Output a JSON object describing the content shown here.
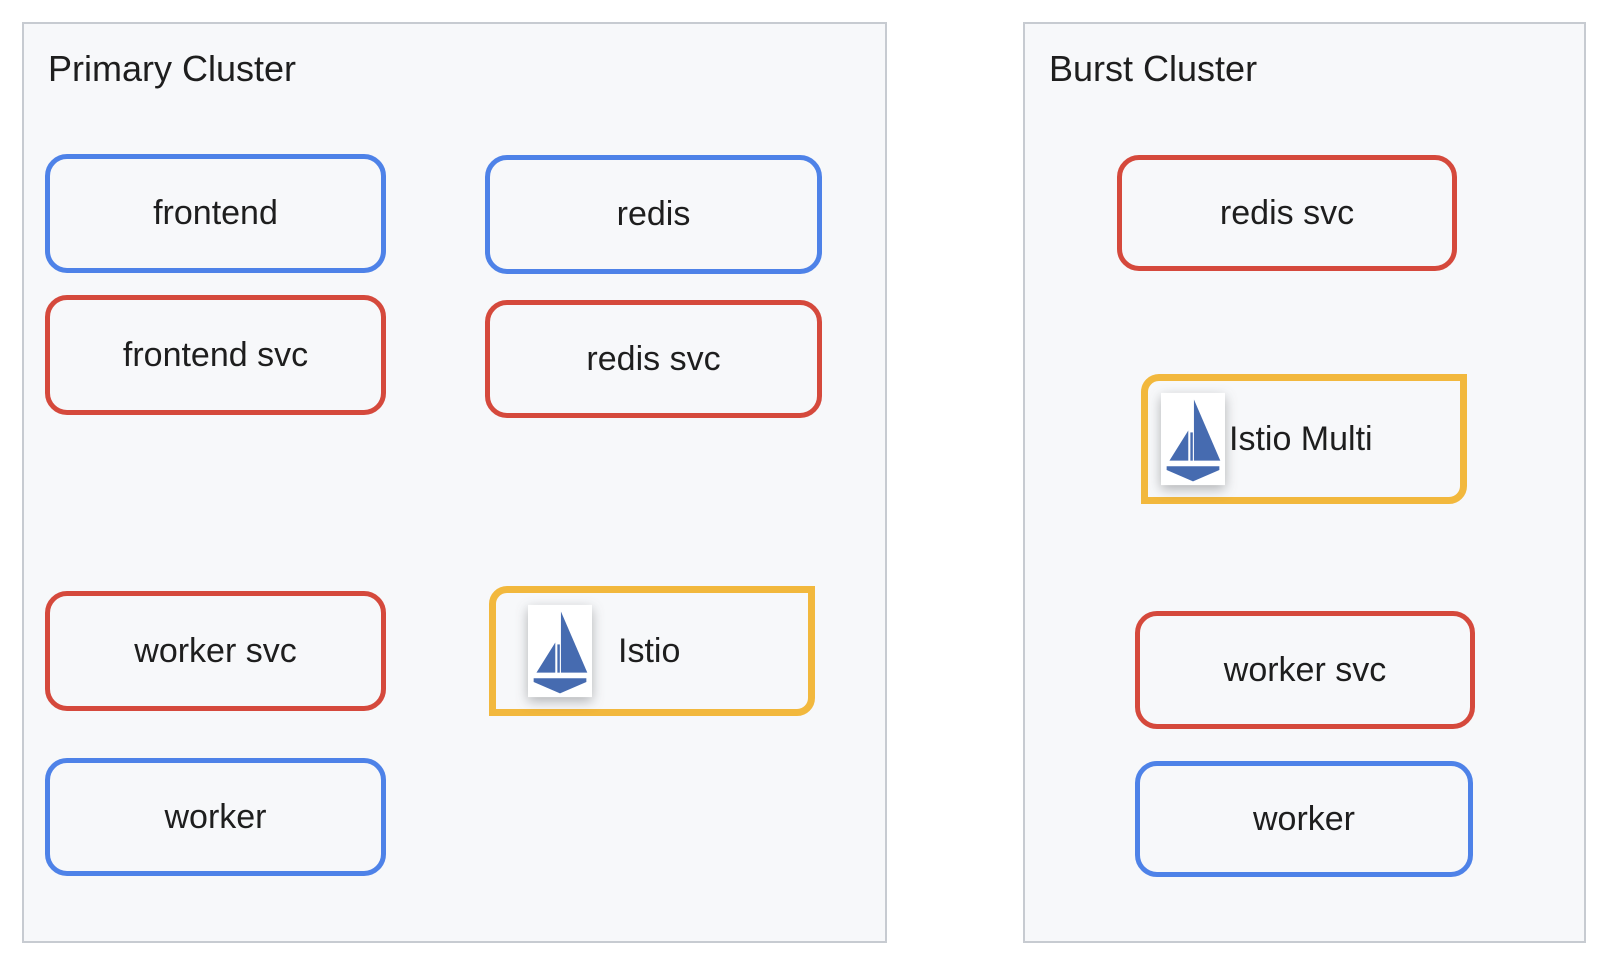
{
  "diagram": {
    "clusters": [
      {
        "title": "Primary Cluster",
        "nodes": [
          {
            "id": "frontend",
            "label": "frontend",
            "type": "blue"
          },
          {
            "id": "redis",
            "label": "redis",
            "type": "blue"
          },
          {
            "id": "frontend-svc",
            "label": "frontend svc",
            "type": "red"
          },
          {
            "id": "redis-svc",
            "label": "redis svc",
            "type": "red"
          },
          {
            "id": "worker-svc",
            "label": "worker svc",
            "type": "red"
          },
          {
            "id": "istio",
            "label": "Istio",
            "type": "yellow",
            "icon": "istio-sailboat-icon"
          },
          {
            "id": "worker",
            "label": "worker",
            "type": "blue"
          }
        ]
      },
      {
        "title": "Burst Cluster",
        "nodes": [
          {
            "id": "redis-svc",
            "label": "redis svc",
            "type": "red"
          },
          {
            "id": "istio-multi",
            "label": "Istio Multi",
            "type": "yellow",
            "icon": "istio-sailboat-icon"
          },
          {
            "id": "worker-svc",
            "label": "worker svc",
            "type": "red"
          },
          {
            "id": "worker",
            "label": "worker",
            "type": "blue"
          }
        ]
      }
    ],
    "colors": {
      "page_bg": "#ffffff",
      "cluster_bg": "#f7f8fa",
      "cluster_border": "#c7cbd1",
      "blue_border": "#4e82e8",
      "red_border": "#d5493c",
      "yellow_border": "#f2b83d",
      "istio_logo_blue": "#466bb0",
      "text": "#1e1e1e"
    }
  }
}
